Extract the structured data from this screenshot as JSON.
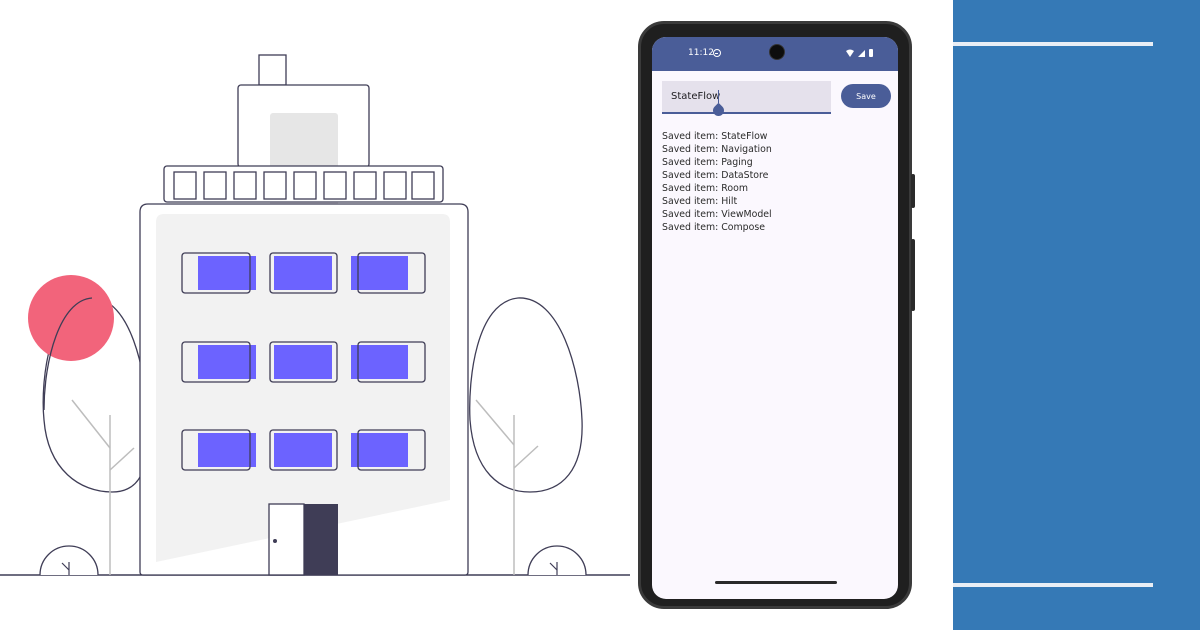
{
  "colors": {
    "panel_blue": "#3579b6",
    "app_bar": "#4a5d98",
    "window_purple": "#6c63ff",
    "accent_pink": "#f2647b",
    "door_dark": "#3f3d56"
  },
  "status_bar": {
    "time": "11:12",
    "icons": [
      "dnd-icon",
      "wifi-icon",
      "signal-icon",
      "battery-icon"
    ]
  },
  "app": {
    "text_field": {
      "value": "StateFlow",
      "placeholder": ""
    },
    "save_label": "Save",
    "saved_items": [
      "Saved item: StateFlow",
      "Saved item: Navigation",
      "Saved item: Paging",
      "Saved item: DataStore",
      "Saved item: Room",
      "Saved item: Hilt",
      "Saved item: ViewModel",
      "Saved item: Compose"
    ]
  }
}
